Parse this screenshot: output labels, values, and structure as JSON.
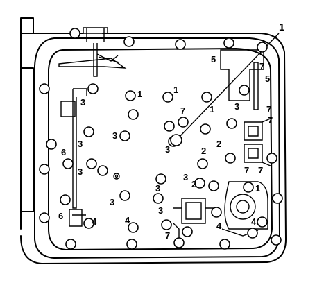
{
  "leader_label": "1",
  "callouts": [
    {
      "id": "c5a",
      "text": "5"
    },
    {
      "id": "c7a",
      "text": "7"
    },
    {
      "id": "c5b",
      "text": "5"
    },
    {
      "id": "c3a",
      "text": "3"
    },
    {
      "id": "c1a",
      "text": "1"
    },
    {
      "id": "c1b",
      "text": "1"
    },
    {
      "id": "c7b",
      "text": "7"
    },
    {
      "id": "c1c",
      "text": "1"
    },
    {
      "id": "c3b",
      "text": "3"
    },
    {
      "id": "c7c",
      "text": "7"
    },
    {
      "id": "c7d",
      "text": "7"
    },
    {
      "id": "c7e",
      "text": "7"
    },
    {
      "id": "c3c",
      "text": "3"
    },
    {
      "id": "c3d",
      "text": "3"
    },
    {
      "id": "c6a",
      "text": "6"
    },
    {
      "id": "c3e",
      "text": "3"
    },
    {
      "id": "c3f",
      "text": "3"
    },
    {
      "id": "c2a",
      "text": "2"
    },
    {
      "id": "c2b",
      "text": "2"
    },
    {
      "id": "c7f",
      "text": "7"
    },
    {
      "id": "c3g",
      "text": "3"
    },
    {
      "id": "c2c",
      "text": "2"
    },
    {
      "id": "c1d",
      "text": "1"
    },
    {
      "id": "c3h",
      "text": "3"
    },
    {
      "id": "c3i",
      "text": "3"
    },
    {
      "id": "c6b",
      "text": "6"
    },
    {
      "id": "c4a",
      "text": "4"
    },
    {
      "id": "c4b",
      "text": "4"
    },
    {
      "id": "c7g",
      "text": "7"
    },
    {
      "id": "c4c",
      "text": "4"
    },
    {
      "id": "c4d",
      "text": "4"
    },
    {
      "id": "c3j",
      "text": "3"
    }
  ]
}
